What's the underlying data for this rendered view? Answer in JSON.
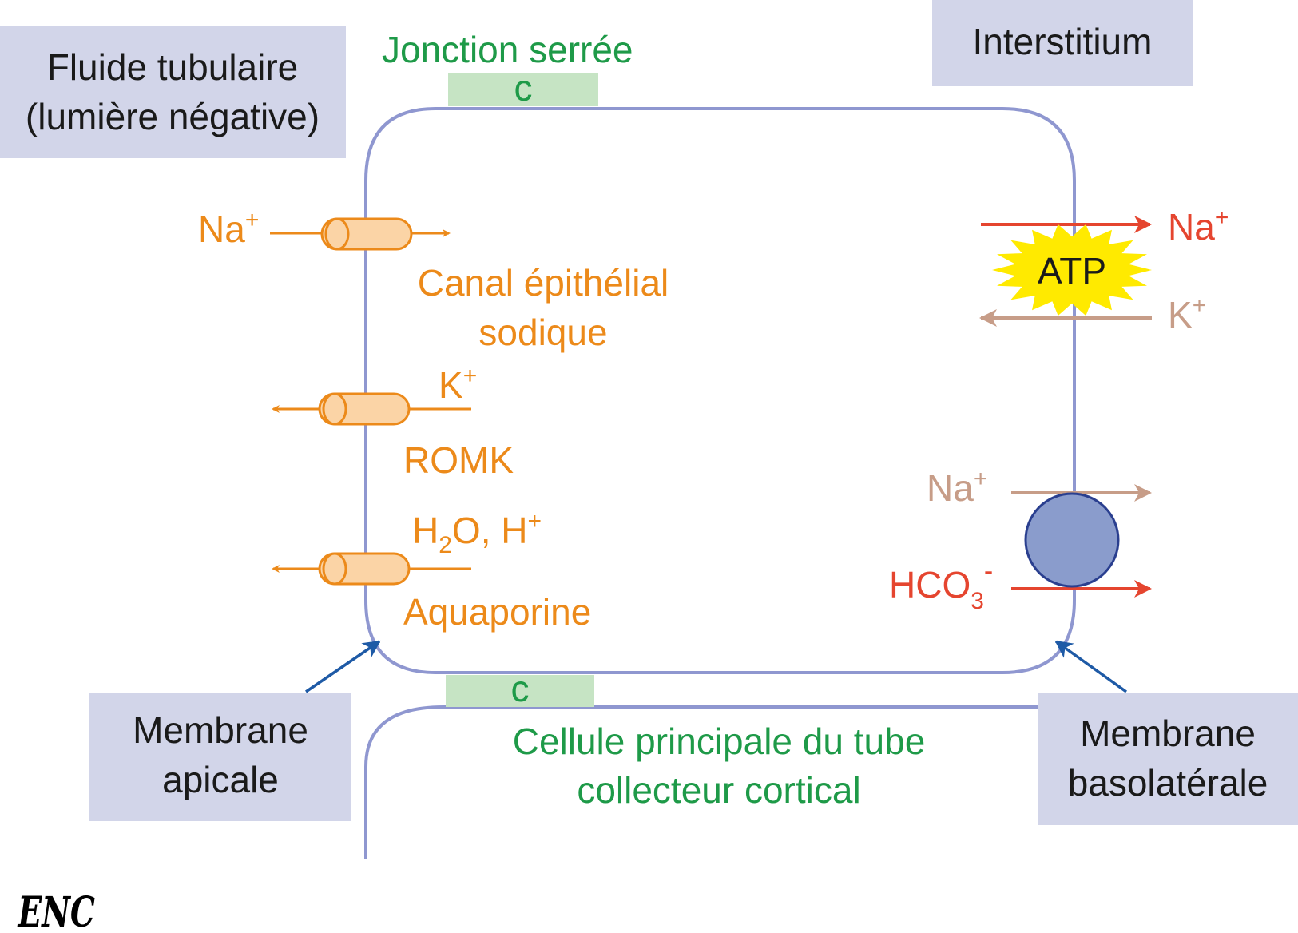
{
  "boxes": {
    "lumen": [
      "Fluide tubulaire",
      "(lumière négative)"
    ],
    "interstitium": "Interstitium",
    "apical": [
      "Membrane",
      "apicale"
    ],
    "basolateral": [
      "Membrane",
      "basolatérale"
    ]
  },
  "tight_junction": {
    "title": "Jonction serrée",
    "mark": "c"
  },
  "cell_title": [
    "Cellule principale du tube",
    "collecteur cortical"
  ],
  "apical_channels": {
    "enac": {
      "ion": "Na",
      "charge": "+",
      "name": [
        "Canal épithélial",
        "sodique"
      ]
    },
    "romk": {
      "ion": "K",
      "charge": "+",
      "name": "ROMK"
    },
    "aqp": {
      "ion_a": "H",
      "sub": "2",
      "ion_b": "O, H",
      "charge": "+",
      "name": "Aquaporine"
    }
  },
  "basolateral": {
    "pump": {
      "label": "ATP",
      "out_ion": "Na",
      "out_charge": "+",
      "in_ion": "K",
      "in_charge": "+"
    },
    "cotransport": {
      "ion1": "Na",
      "ion1_charge": "+",
      "ion2": "HCO",
      "ion2_sub": "3",
      "ion2_charge": "-"
    }
  },
  "signature": "ENC",
  "colors": {
    "membrane": "#8f97d0",
    "box_fill": "#d2d5e9",
    "junction_fill": "#c6e4c4",
    "green": "#1e9a48",
    "orange": "#ec8a1a",
    "red": "#e5452f",
    "tan": "#c79d88",
    "atp_star": "#ffea00",
    "transporter": "#8a9ccc",
    "pointer": "#1e5aa6"
  }
}
